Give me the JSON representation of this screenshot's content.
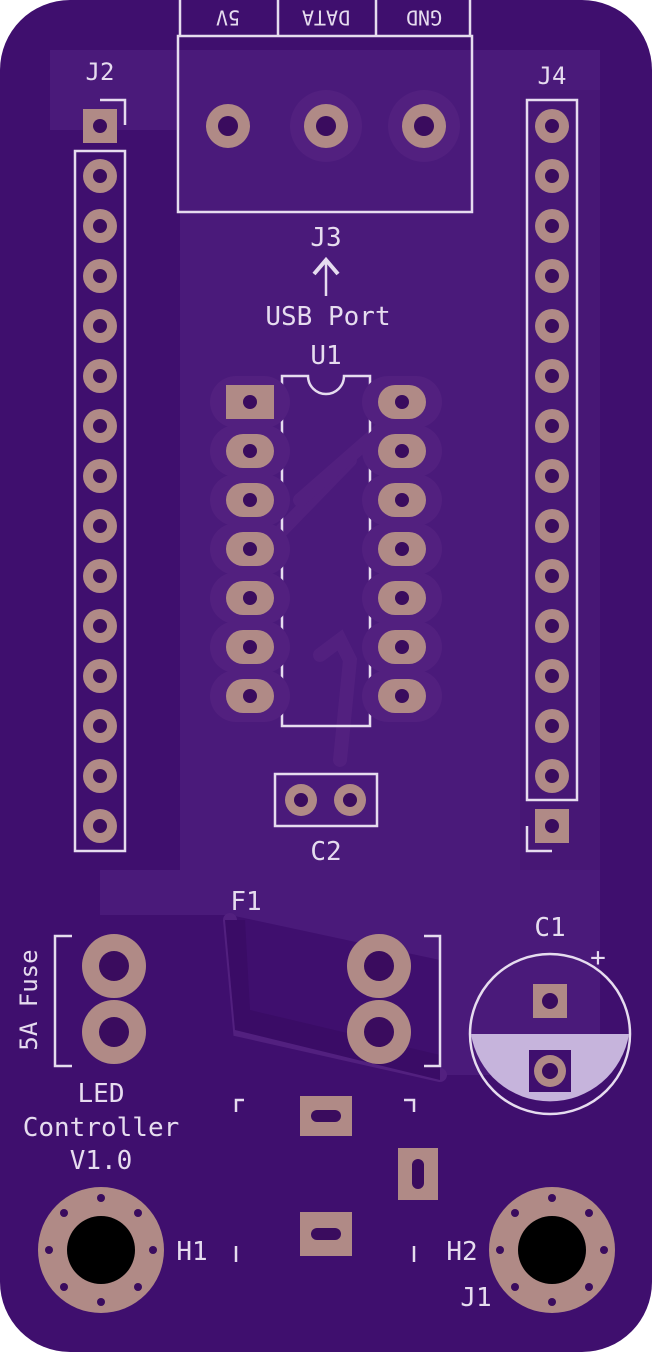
{
  "colors": {
    "board": "#3f0f6e",
    "board_zone": "#4a1a7a",
    "copper": "#5a2a8a",
    "pad": "#b08a86",
    "hole": "#3a0c5e",
    "silk": "#e6dcef"
  },
  "labels": {
    "j2": "J2",
    "j3": "J3",
    "j4": "J4",
    "j1": "J1",
    "u1": "U1",
    "c1": "C1",
    "c2": "C2",
    "f1": "F1",
    "h1": "H1",
    "h2": "H2",
    "usb_port": "USB Port",
    "fuse_rating": "5A Fuse",
    "title_line1": "LED",
    "title_line2": "Controller",
    "title_line3": "V1.0",
    "pin_5v": "5V",
    "pin_data": "DATA",
    "pin_gnd": "GND",
    "plus": "+"
  },
  "icons": {
    "usb_arrow": "arrow-up-icon"
  }
}
